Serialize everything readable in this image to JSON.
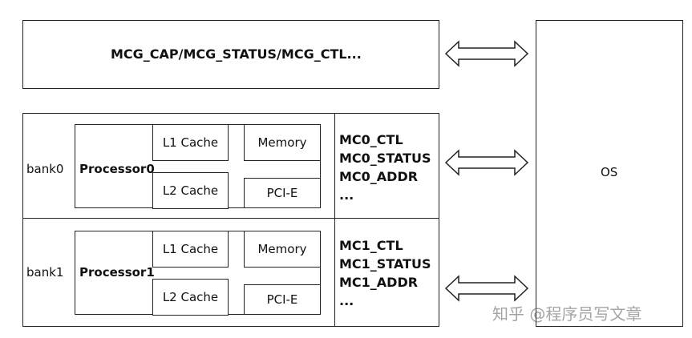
{
  "top_box": {
    "label": "MCG_CAP/MCG_STATUS/MCG_CTL..."
  },
  "os_box": {
    "label": "OS"
  },
  "banks": [
    {
      "name": "bank0",
      "processor": "Processor0",
      "l1": "L1 Cache",
      "l2": "L2 Cache",
      "memory": "Memory",
      "pcie": "PCI-E",
      "registers": [
        "MC0_CTL",
        "MC0_STATUS",
        "MC0_ADDR",
        "..."
      ]
    },
    {
      "name": "bank1",
      "processor": "Processor1",
      "l1": "L1 Cache",
      "l2": "L2 Cache",
      "memory": "Memory",
      "pcie": "PCI-E",
      "registers": [
        "MC1_CTL",
        "MC1_STATUS",
        "MC1_ADDR",
        "..."
      ]
    }
  ],
  "watermark": "知乎 @程序员写文章"
}
